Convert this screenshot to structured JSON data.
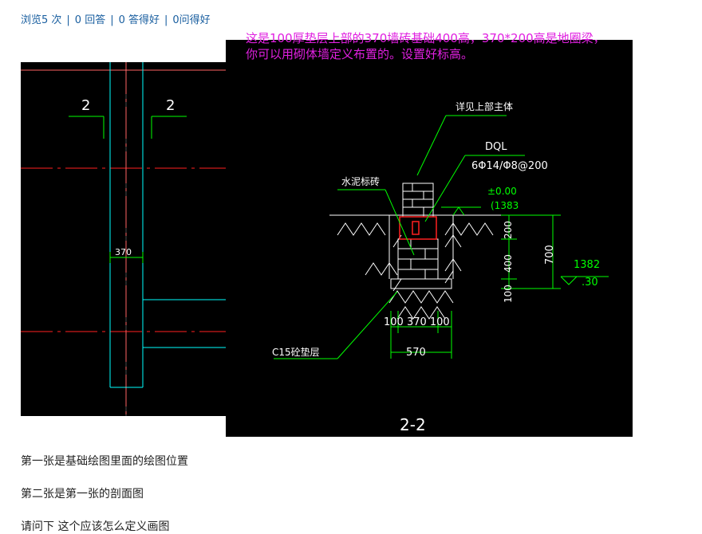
{
  "stats": {
    "views": "浏览5 次",
    "answers": "0 回答",
    "good_answers": "0 答得好",
    "good_questions": "0问得好"
  },
  "annotation": {
    "line1": "这是100厚垫层上部的370墙砖基础400高，370*200高是地圈梁，",
    "line2": "你可以用砌体墙定义布置的。设置好标高。"
  },
  "plan_drawing": {
    "axis_label_left": "2",
    "axis_label_right": "2",
    "width_dim": "370"
  },
  "section_drawing": {
    "label_main_wall": "详见上部主体",
    "label_beam_code": "DQL",
    "label_beam_rebar": "6Φ14/Φ8@200",
    "label_brick": "水泥标砖",
    "elev_zero": "±0.00",
    "elev_paren": "(1383",
    "dim_200": "200",
    "dim_400": "400",
    "dim_100": "100",
    "dim_700": "700",
    "elev_1382": "1382",
    "elev_30": ".30",
    "dim_bottom": "100 370 100",
    "dim_570": "570",
    "label_cushion": "C15砼垫层",
    "section_title": "2-2"
  },
  "colors": {
    "cad_bg": "#000000",
    "cad_green": "#00ff00",
    "cad_red": "#ff2020",
    "cad_cyan": "#00ffff",
    "cad_white": "#ffffff",
    "link_blue": "#1a5fa0",
    "annotation_magenta": "#e020e0"
  },
  "paragraphs": {
    "p1": "第一张是基础绘图里面的绘图位置",
    "p2": "第二张是第一张的剖面图",
    "p3": "请问下 这个应该怎么定义画图"
  }
}
